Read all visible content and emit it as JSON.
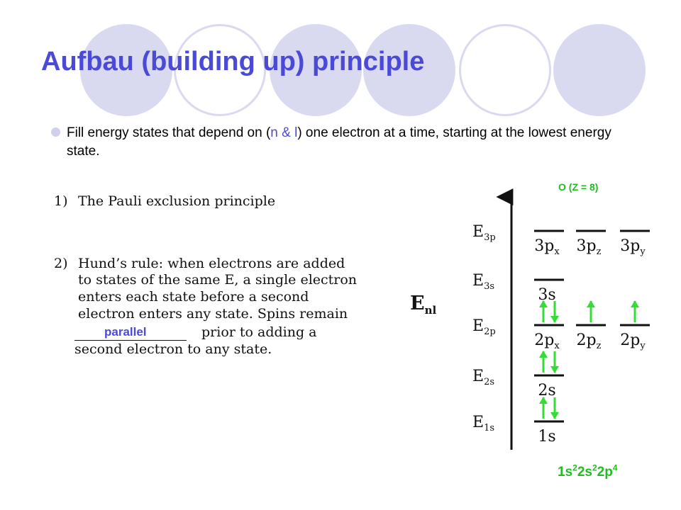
{
  "slide": {
    "title": "Aufbau (building up) principle",
    "bullet": {
      "pre": "Fill energy states that depend on (",
      "highlight": "n & l",
      "post": ") one electron at a time, starting at the lowest energy state."
    }
  },
  "rules": {
    "rule1": {
      "number": "1)",
      "text": "The Pauli exclusion principle"
    },
    "rule2": {
      "number": "2)",
      "lines": [
        "Hund’s rule: when electrons are added",
        "to states of the same E, a single electron",
        "enters  each  state  before  a  second",
        "electron enters any state. Spins remain",
        "prior   to   adding   a",
        "second electron to any state."
      ],
      "blank_answer": "parallel"
    }
  },
  "diagram": {
    "atom_label": "O (Z = 8)",
    "axis_label": {
      "main": "E",
      "sub": "nl"
    },
    "levels": [
      {
        "id": "3p",
        "energy": {
          "main": "E",
          "sub": "3p"
        },
        "orbitals": [
          {
            "main": "3p",
            "sub": "x",
            "electrons": []
          },
          {
            "main": "3p",
            "sub": "z",
            "electrons": []
          },
          {
            "main": "3p",
            "sub": "y",
            "electrons": []
          }
        ]
      },
      {
        "id": "3s",
        "energy": {
          "main": "E",
          "sub": "3s"
        },
        "orbitals": [
          {
            "main": "3s",
            "sub": "",
            "electrons": []
          }
        ]
      },
      {
        "id": "2p",
        "energy": {
          "main": "E",
          "sub": "2p"
        },
        "orbitals": [
          {
            "main": "2p",
            "sub": "x",
            "electrons": [
              "up",
              "down"
            ]
          },
          {
            "main": "2p",
            "sub": "z",
            "electrons": [
              "up"
            ]
          },
          {
            "main": "2p",
            "sub": "y",
            "electrons": [
              "up"
            ]
          }
        ]
      },
      {
        "id": "2s",
        "energy": {
          "main": "E",
          "sub": "2s"
        },
        "orbitals": [
          {
            "main": "2s",
            "sub": "",
            "electrons": [
              "up",
              "down"
            ]
          }
        ]
      },
      {
        "id": "1s",
        "energy": {
          "main": "E",
          "sub": "1s"
        },
        "orbitals": [
          {
            "main": "1s",
            "sub": "",
            "electrons": [
              "up",
              "down"
            ]
          }
        ]
      }
    ],
    "electron_configuration": [
      {
        "term": "1s",
        "count": "2"
      },
      {
        "term": "2s",
        "count": "2"
      },
      {
        "term": "2p",
        "count": "4"
      }
    ]
  },
  "colors": {
    "title": "#4a4ad6",
    "highlight": "#4a4ad6",
    "decor": "#d9d9f0",
    "electron_arrow": "#33dd33",
    "config_text": "#22bb22"
  }
}
